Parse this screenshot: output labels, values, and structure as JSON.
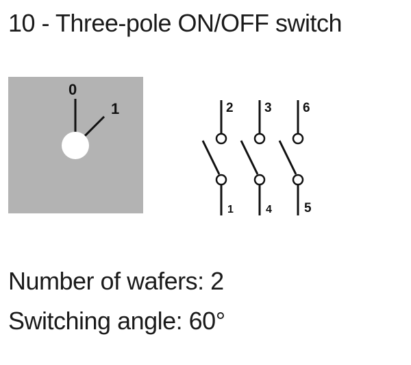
{
  "title": "10 - Three-pole ON/OFF switch",
  "dial": {
    "position_off": "0",
    "position_on": "1",
    "panel_color": "#b3b3b3",
    "knob_color": "#ffffff"
  },
  "schematic": {
    "poles": [
      {
        "top_terminal": "2",
        "bottom_terminal": "1"
      },
      {
        "top_terminal": "3",
        "bottom_terminal": "4"
      },
      {
        "top_terminal": "6",
        "bottom_terminal": "5"
      }
    ]
  },
  "specs": {
    "wafers": "Number of wafers: 2",
    "angle": "Switching angle: 60°"
  }
}
